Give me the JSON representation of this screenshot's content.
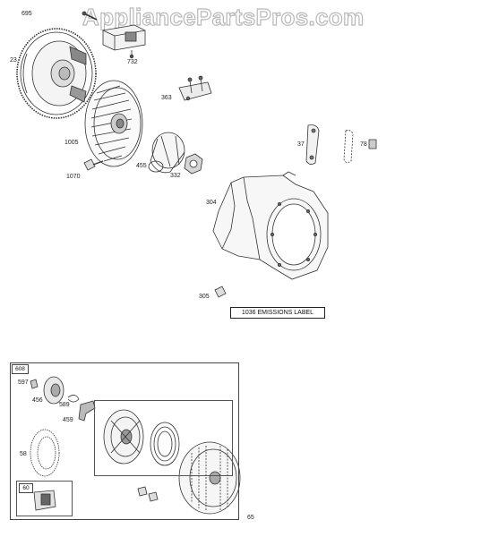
{
  "watermark": "AppliancePartsPros.com",
  "parts": {
    "p695": "695",
    "p23": "23",
    "p732": "732",
    "p363": "363",
    "p1005": "1005",
    "p455": "455",
    "p332": "332",
    "p1070": "1070",
    "p37": "37",
    "p78": "78",
    "p304": "304",
    "p305": "305",
    "p608": "608",
    "p597": "597",
    "p456": "456",
    "p589": "589",
    "p459": "459",
    "p58": "58",
    "p60": "60",
    "p65": "65"
  },
  "emissions_label": "1036 EMISSIONS LABEL"
}
